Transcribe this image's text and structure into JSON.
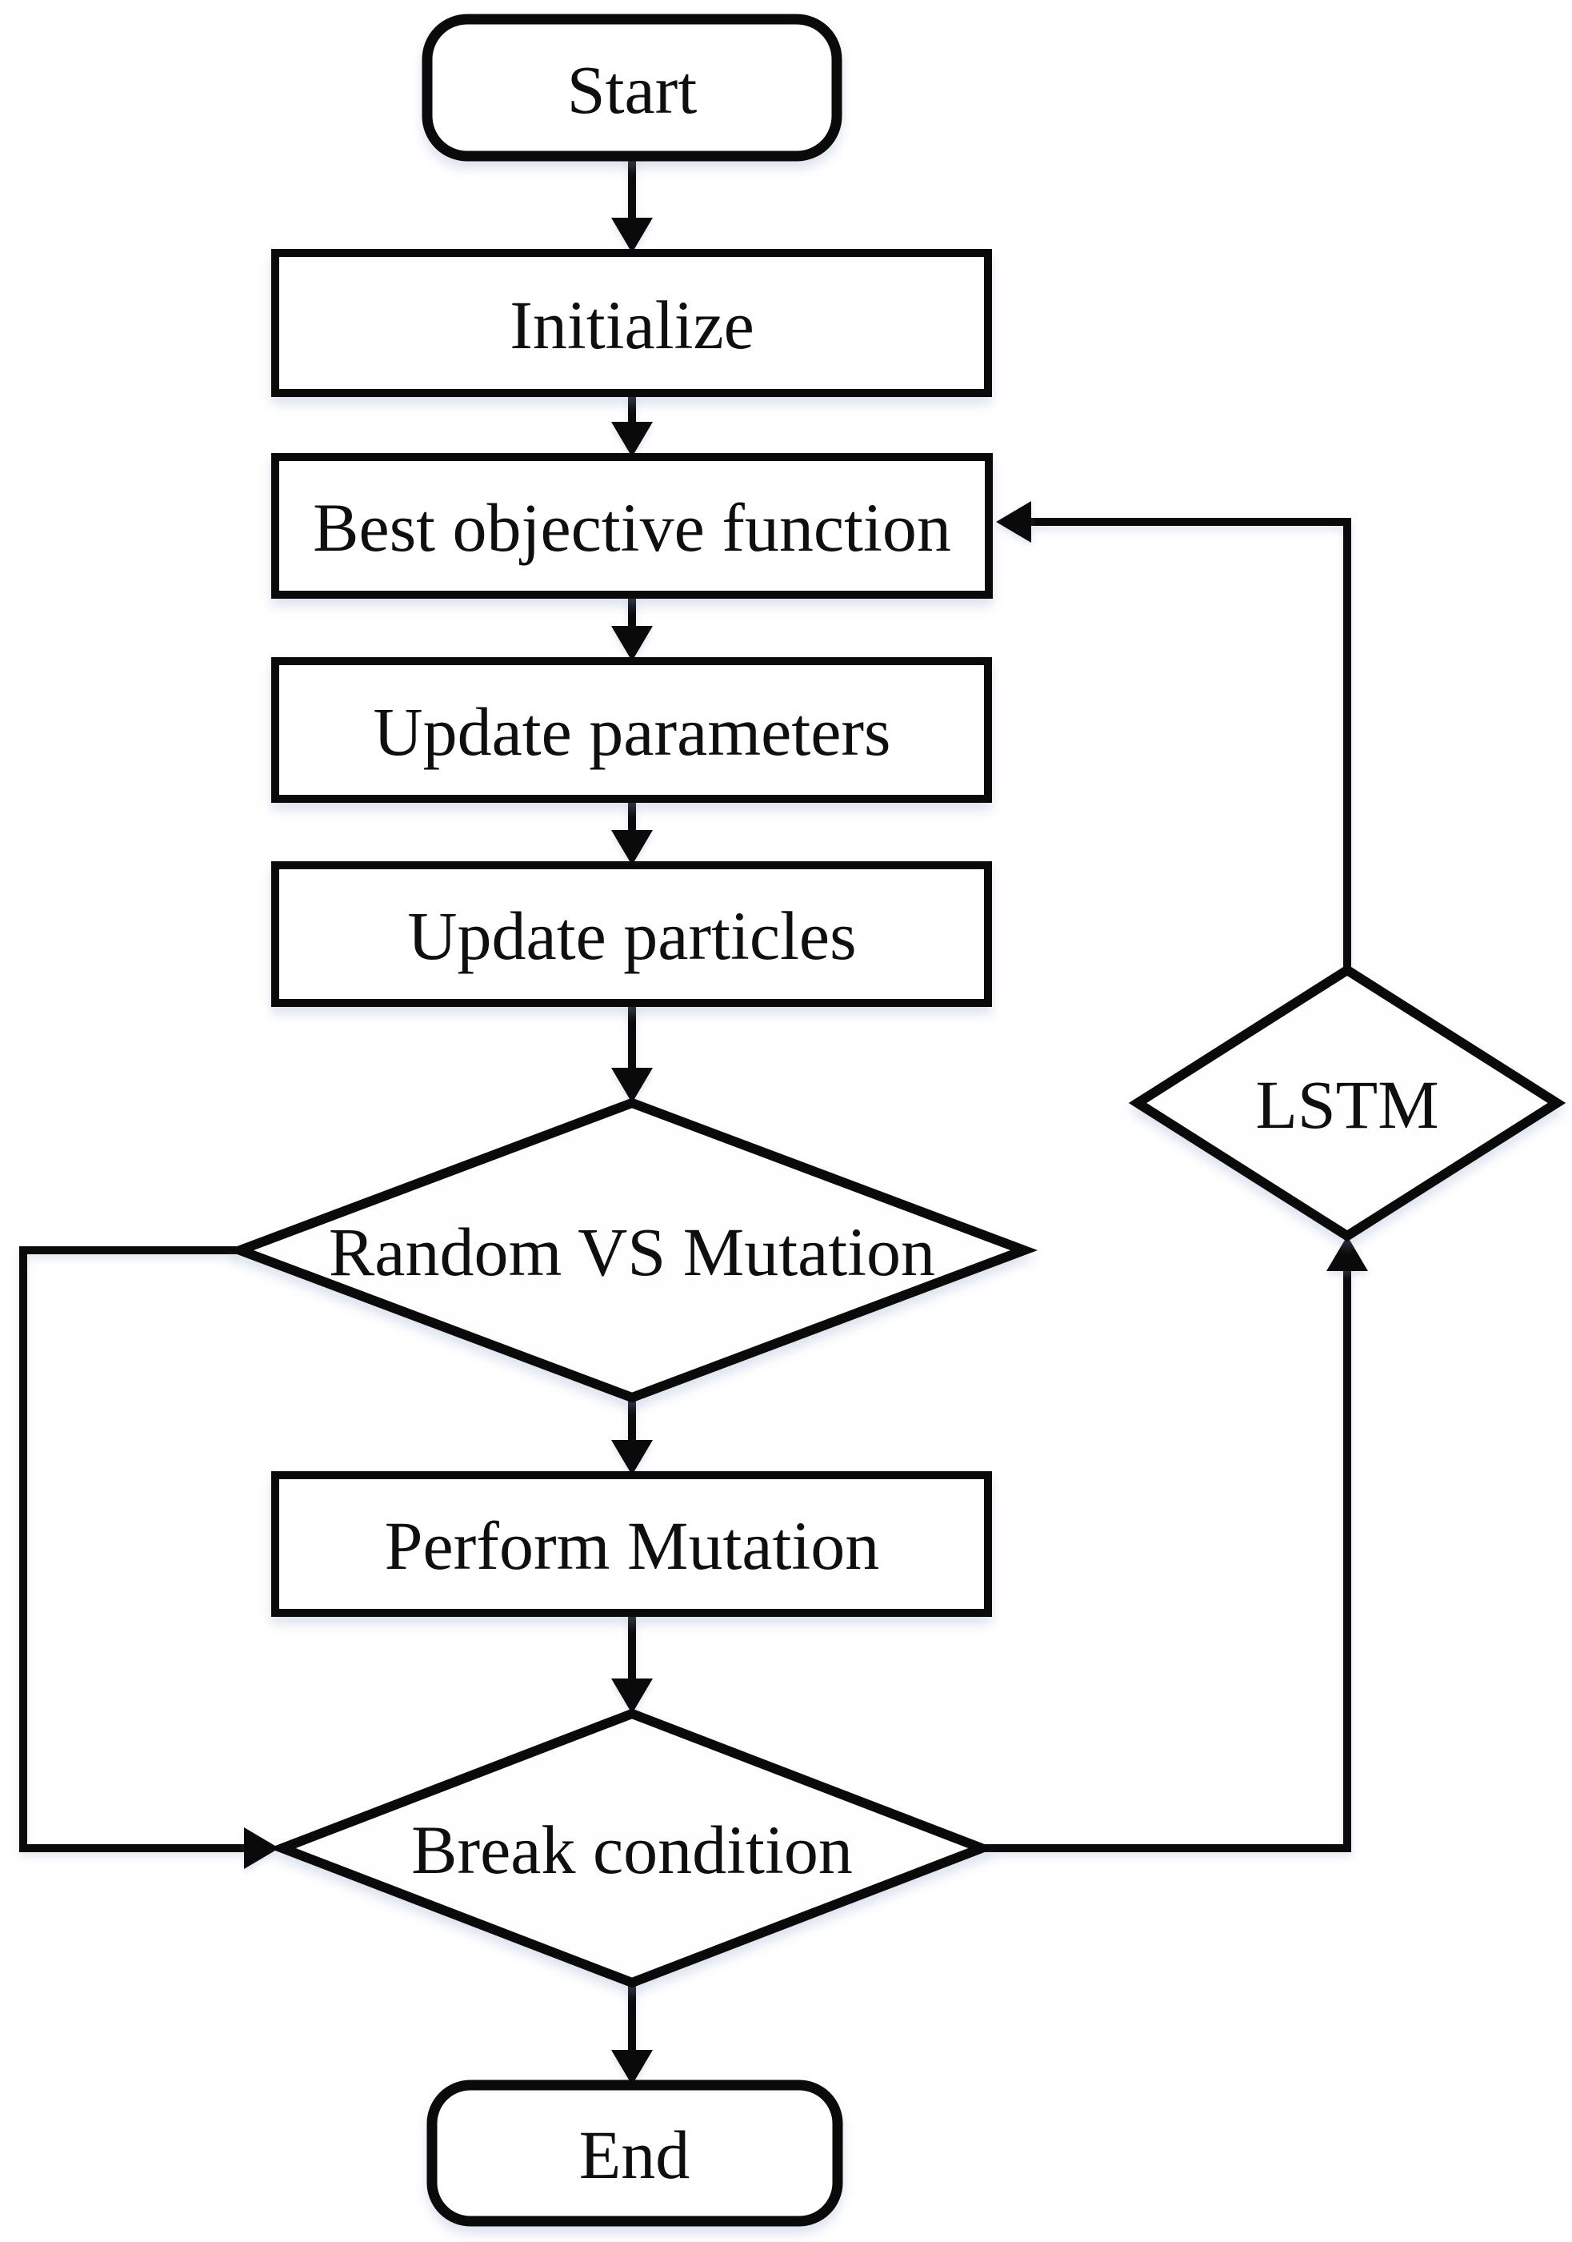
{
  "figure": {
    "type": "flowchart",
    "background_color": "#ffffff",
    "line_color": "#0a0a0a",
    "text_color": "#0f0f0f",
    "shape_fill": "#ffffff"
  },
  "nodes": {
    "start": {
      "label": "Start",
      "shape": "rounded-rectangle"
    },
    "initialize": {
      "label": "Initialize",
      "shape": "rectangle"
    },
    "best_objective": {
      "label": "Best objective function",
      "shape": "rectangle"
    },
    "update_parameters": {
      "label": "Update parameters",
      "shape": "rectangle"
    },
    "update_particles": {
      "label": "Update particles",
      "shape": "rectangle"
    },
    "random_vs_mutation": {
      "label": "Random VS Mutation",
      "shape": "diamond"
    },
    "perform_mutation": {
      "label": "Perform Mutation",
      "shape": "rectangle"
    },
    "break_condition": {
      "label": "Break condition",
      "shape": "diamond"
    },
    "end": {
      "label": "End",
      "shape": "rounded-rectangle"
    },
    "lstm": {
      "label": "LSTM",
      "shape": "diamond"
    }
  },
  "edges": [
    {
      "from": "Start",
      "to": "Initialize"
    },
    {
      "from": "Initialize",
      "to": "Best objective function"
    },
    {
      "from": "Best objective function",
      "to": "Update parameters"
    },
    {
      "from": "Update parameters",
      "to": "Update particles"
    },
    {
      "from": "Update particles",
      "to": "Random VS Mutation"
    },
    {
      "from": "Random VS Mutation",
      "to": "Perform Mutation"
    },
    {
      "from": "Random VS Mutation",
      "to": "Break condition"
    },
    {
      "from": "Perform Mutation",
      "to": "Break condition"
    },
    {
      "from": "Break condition",
      "to": "End"
    },
    {
      "from": "Break condition",
      "to": "LSTM"
    },
    {
      "from": "LSTM",
      "to": "Best objective function"
    }
  ]
}
